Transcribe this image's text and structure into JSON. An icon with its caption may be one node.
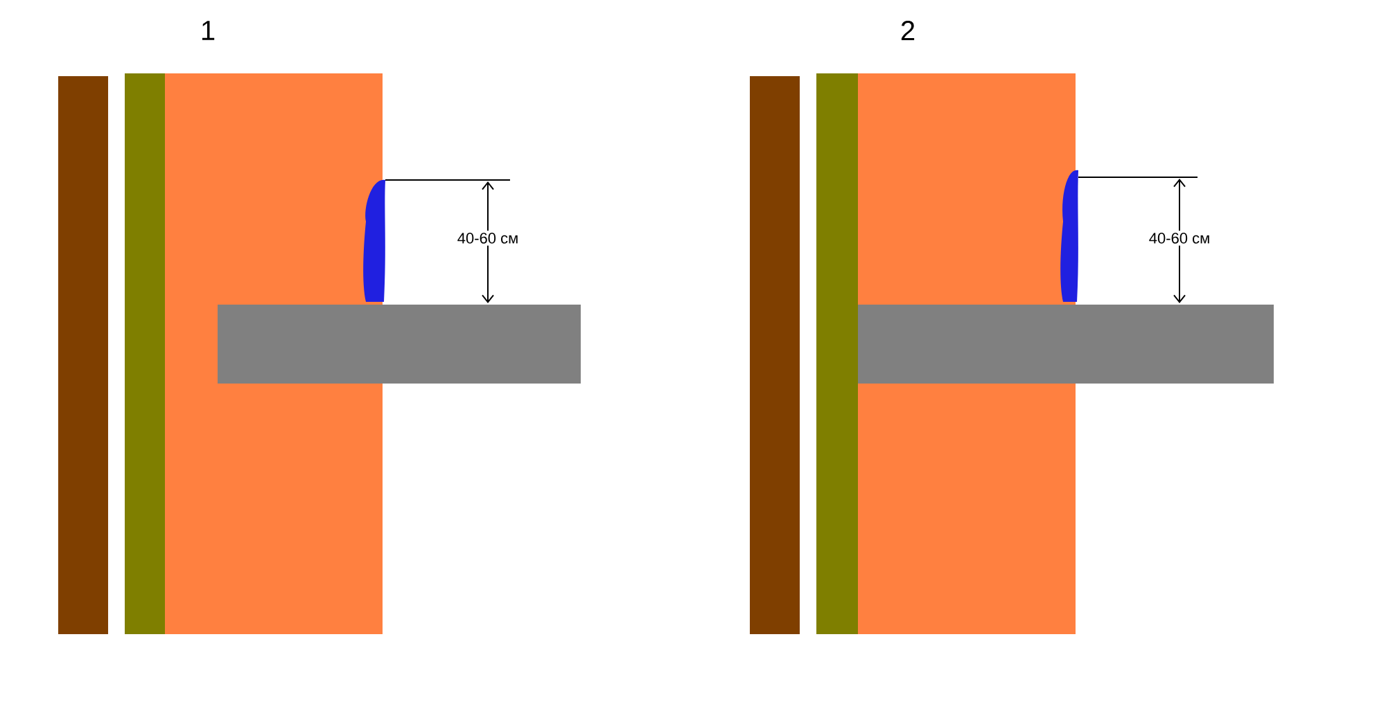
{
  "diagram": {
    "labels": [
      "1",
      "2",
      "40-60 см",
      "40-60 см"
    ]
  }
}
